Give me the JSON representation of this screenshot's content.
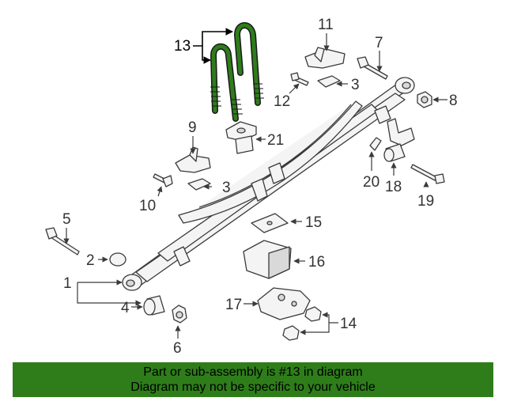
{
  "diagram": {
    "highlight_color": "#2e7d1a",
    "callouts": {
      "c1": "1",
      "c2": "2",
      "c3a": "3",
      "c3b": "3",
      "c4": "4",
      "c5": "5",
      "c6": "6",
      "c7": "7",
      "c8": "8",
      "c9": "9",
      "c10": "10",
      "c11": "11",
      "c12": "12",
      "c13": "13",
      "c14": "14",
      "c15": "15",
      "c16": "16",
      "c17": "17",
      "c18": "18",
      "c19": "19",
      "c20": "20",
      "c21": "21"
    }
  },
  "banner": {
    "line1": "Part or sub-assembly is #13 in diagram",
    "line2": "Diagram may not be specific to your vehicle"
  }
}
